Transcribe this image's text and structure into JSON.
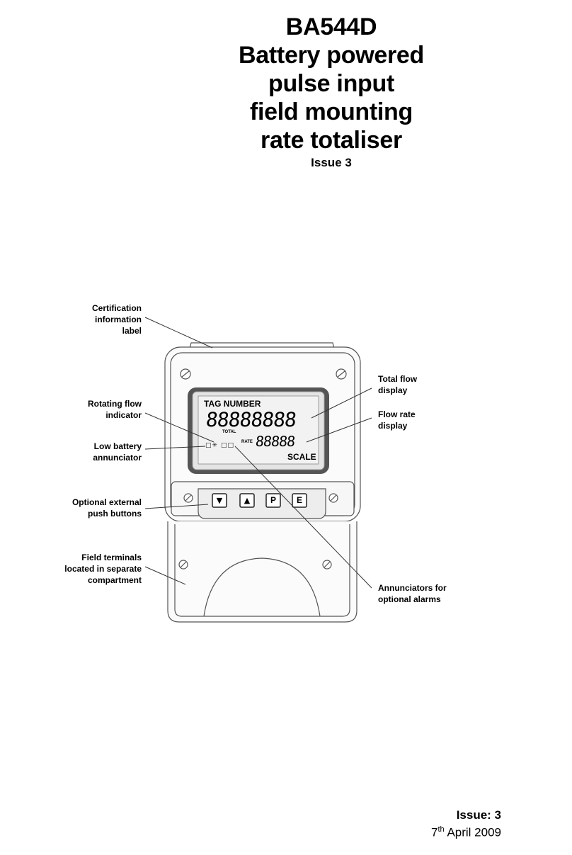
{
  "document": {
    "title_lines": [
      "BA544D",
      "Battery powered",
      "pulse input",
      "field mounting",
      "rate totaliser"
    ],
    "issue_line": "Issue 3"
  },
  "device": {
    "lcd_tag": "TAG NUMBER",
    "lcd_total_label": "TOTAL",
    "lcd_total_digits": "88888888",
    "lcd_rate_label": "RATE",
    "lcd_rate_digits": "88888",
    "lcd_scale": "SCALE",
    "buttons": [
      {
        "label": "▼"
      },
      {
        "label": "▲"
      },
      {
        "label": "P"
      },
      {
        "label": "E"
      }
    ]
  },
  "callouts": {
    "certification": [
      "Certification",
      "information",
      "label"
    ],
    "rotating": [
      "Rotating flow",
      "indicator"
    ],
    "low_battery": [
      "Low battery",
      "annunciator"
    ],
    "push_buttons": [
      "Optional external",
      "push buttons"
    ],
    "terminals": [
      "Field terminals",
      "located in separate",
      "compartment"
    ],
    "total_flow": [
      "Total flow",
      "display"
    ],
    "flow_rate": [
      "Flow rate",
      "display"
    ],
    "alarms": [
      "Annunciators for",
      "optional alarms"
    ]
  },
  "footer": {
    "issue": "Issue:  3",
    "day": "7",
    "day_suffix": "th",
    "month_year": " April 2009"
  }
}
